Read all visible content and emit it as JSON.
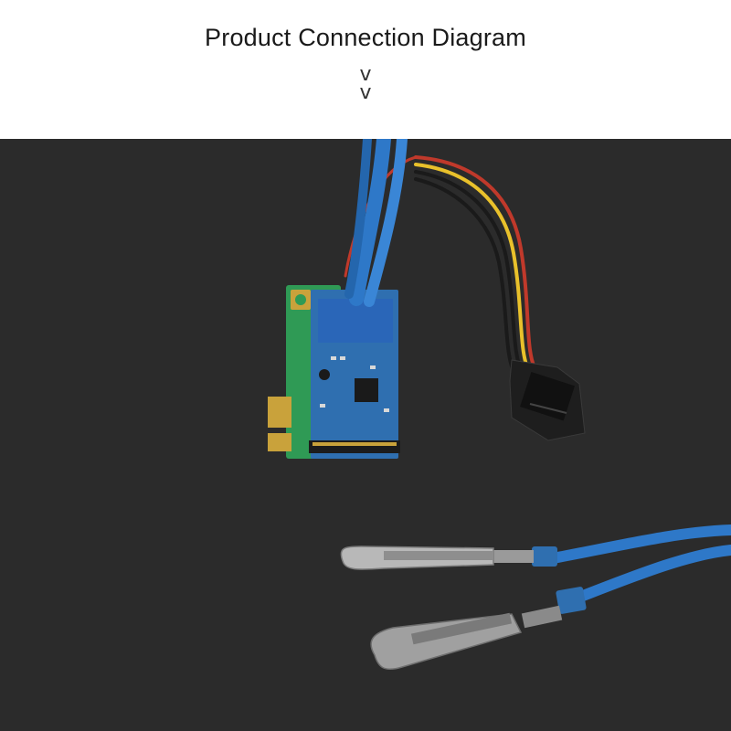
{
  "header": {
    "title": "Product Connection Diagram",
    "arrow_glyphs": [
      "v",
      "v"
    ]
  },
  "photo": {
    "background_color": "#2b2b2b",
    "board_color": "#2f9a55",
    "pcb_color": "#2f6fb0",
    "cable_color": "#2e78c8",
    "gold_contact_color": "#c9a23b",
    "icons": [
      "pcie-card",
      "usb-header-cable",
      "sata-power-connector",
      "usb-bracket-plugs"
    ]
  }
}
